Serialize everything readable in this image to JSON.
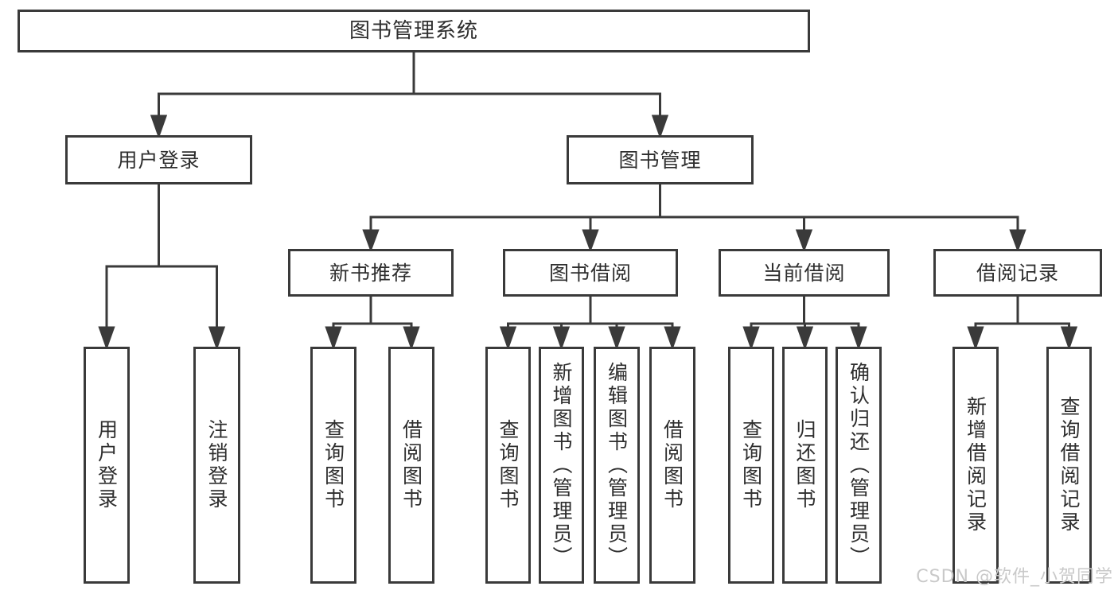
{
  "colors": {
    "line": "#3a3a3a",
    "text": "#2e2e2e",
    "background": "#ffffff",
    "watermark": "#c9c9c9"
  },
  "watermark": {
    "text": "CSDN @软件_小贺同学"
  },
  "tree": {
    "root": {
      "label": "图书管理系统"
    },
    "branches": [
      {
        "label": "用户登录",
        "leaves": [
          "用户登录",
          "注销登录"
        ]
      },
      {
        "label": "图书管理",
        "children": [
          {
            "label": "新书推荐",
            "leaves": [
              "查询图书",
              "借阅图书"
            ]
          },
          {
            "label": "图书借阅",
            "leaves": [
              "查询图书",
              "新增图书（管理员）",
              "编辑图书（管理员）",
              "借阅图书"
            ]
          },
          {
            "label": "当前借阅",
            "leaves": [
              "查询图书",
              "归还图书",
              "确认归还（管理员）"
            ]
          },
          {
            "label": "借阅记录",
            "leaves": [
              "新增借阅记录",
              "查询借阅记录"
            ]
          }
        ]
      }
    ]
  }
}
